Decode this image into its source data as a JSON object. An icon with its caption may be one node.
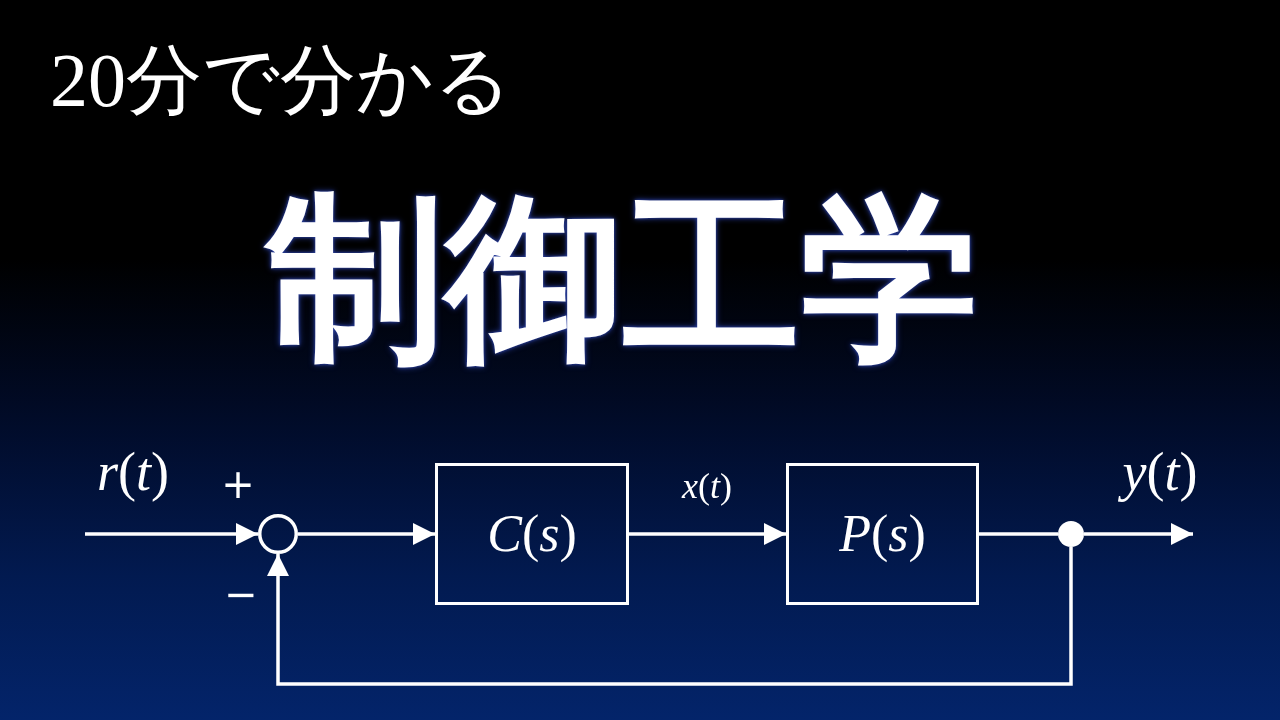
{
  "diagram": {
    "title": "制御工学",
    "nodes": [
      {
        "text": [],
        "shape": "circle"
      },
      {
        "text": [
          "*C*(*s*)"
        ]
      },
      {
        "text": [
          "*P*(*s*)"
        ]
      },
      {
        "text": [],
        "shape": "dot"
      }
    ],
    "edges": [
      {
        "from": null,
        "to": 0,
        "arrow": "to",
        "label": "*r*(*t*)"
      },
      {
        "from": 0,
        "to": 1,
        "arrow": "to"
      },
      {
        "from": 1,
        "to": 2,
        "arrow": "to",
        "label": "*x*(*t*)"
      },
      {
        "from": 2,
        "to": 3,
        "arrow": "none"
      },
      {
        "from": 3,
        "to": null,
        "arrow": "to",
        "label": "*y*(*t*)"
      },
      {
        "from": 3,
        "to": 0,
        "arrow": "to"
      }
    ],
    "labels": [
      "20分で分かる",
      "+",
      "−"
    ]
  }
}
